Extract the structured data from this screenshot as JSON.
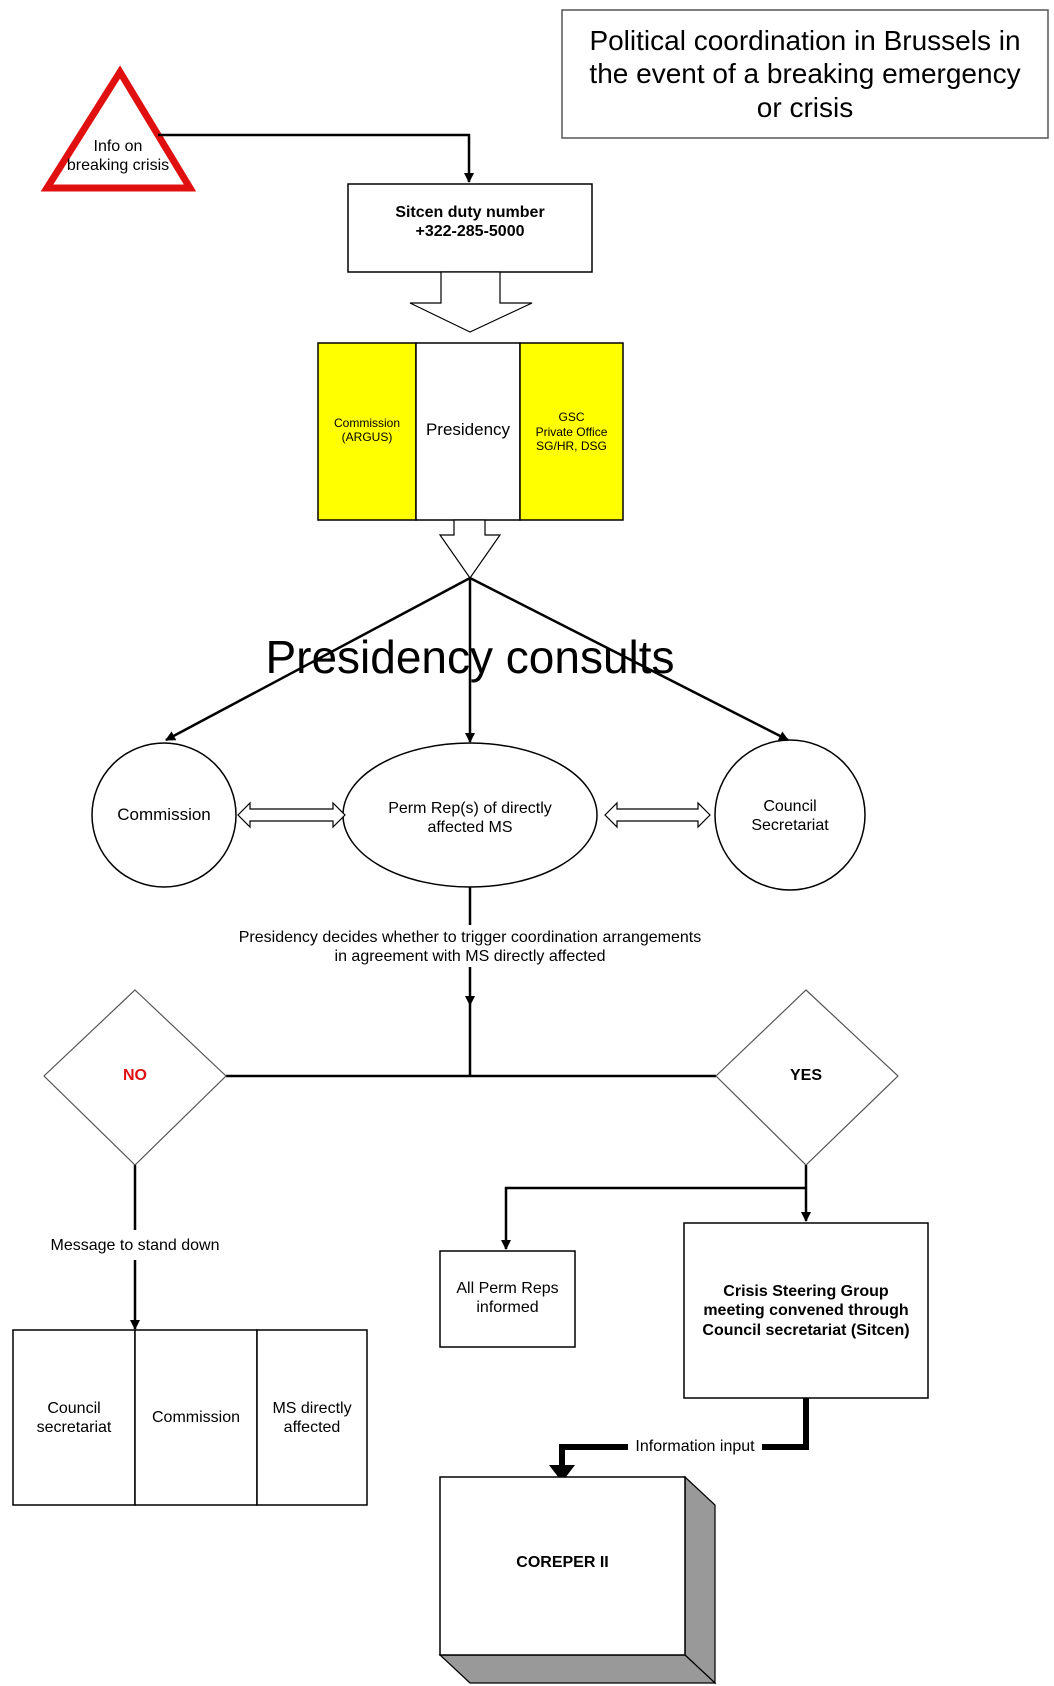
{
  "title": "Political coordination in Brussels in\nthe event of a breaking emergency\nor crisis",
  "warning": {
    "label": "Info on\nbreaking crisis",
    "color": "#e01010"
  },
  "sitcen": {
    "line1": "Sitcen duty number",
    "line2": "+322-285-5000"
  },
  "top_boxes": {
    "commission": "Commission\n(ARGUS)",
    "presidency": "Presidency",
    "gsc": "GSC\nPrivate Office\nSG/HR, DSG",
    "highlight_color": "#ffff00"
  },
  "consults_label": "Presidency consults",
  "consult_nodes": {
    "commission": "Commission",
    "perm_reps": "Perm Rep(s) of directly\naffected MS",
    "council_secretariat": "Council\nSecretariat"
  },
  "decision_text": "Presidency decides whether to trigger coordination arrangements\nin agreement with MS directly affected",
  "no_label": "NO",
  "no_color": "#e01010",
  "yes_label": "YES",
  "stand_down_label": "Message to stand down",
  "stand_down_boxes": [
    "Council\nsecretariat",
    "Commission",
    "MS directly\naffected"
  ],
  "all_perm_reps": "All Perm Reps\ninformed",
  "crisis_group": "Crisis Steering Group\nmeeting convened through\nCouncil secretariat (Sitcen)",
  "info_input_label": "Information input",
  "coreper": "COREPER II"
}
